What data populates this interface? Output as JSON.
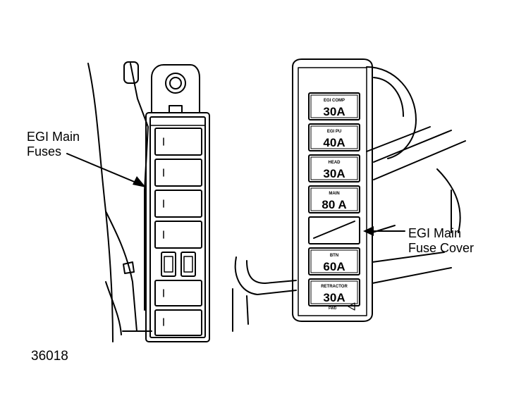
{
  "callouts": {
    "main_fuses": [
      "EGI Main",
      "Fuses"
    ],
    "fuse_cover": [
      "EGI Main",
      "Fuse Cover"
    ]
  },
  "figure_number": "36018",
  "cover_slots": [
    {
      "label": "EGI COMP",
      "rating": "30A"
    },
    {
      "label": "EGI PU",
      "rating": "40A"
    },
    {
      "label": "HEAD",
      "rating": "30A"
    },
    {
      "label": "MAIN",
      "rating": "80 A"
    },
    {
      "label": "",
      "rating": ""
    },
    {
      "label": "BTN",
      "rating": "60A"
    },
    {
      "label": "RETRACTOR",
      "rating": "30A"
    }
  ],
  "cover_footer_text": "FWD",
  "colors": {
    "ink": "#000000",
    "paper": "#ffffff"
  }
}
